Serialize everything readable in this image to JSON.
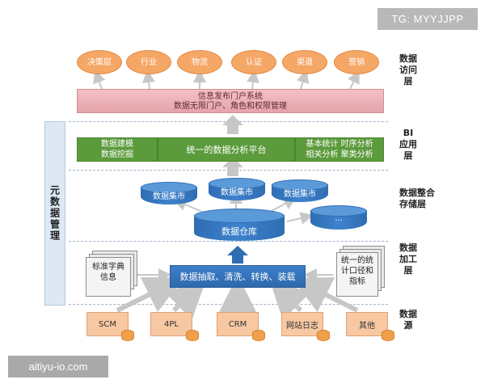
{
  "watermark_tg": "TG: MYYJJPP",
  "watermark_site": "aitiyu-io.com",
  "meta_label": "元数据管理",
  "layers": {
    "access": "数据访问层",
    "bi": "BI应用层",
    "storage": "数据整合存储层",
    "processing": "数据加工层",
    "source": "数据源"
  },
  "access_items": [
    "决策层",
    "行业",
    "物流",
    "认证",
    "渠道",
    "营销"
  ],
  "portal": {
    "title": "信息发布门户系统",
    "subtitle": "数据无限门户、角色和权限管理"
  },
  "bi_bar": {
    "left_line1": "数据建模",
    "left_line2": "数据挖掘",
    "center": "统一的数据分析平台",
    "right_line1": "基本统计  时序分析",
    "right_line2": "相关分析  聚类分析"
  },
  "storage": {
    "mart_labels": [
      "数据集市",
      "数据集市",
      "数据集市"
    ],
    "warehouse": "数据仓库",
    "more": "..."
  },
  "processing": {
    "etl": "数据抽取、清洗、转换、装载",
    "left_doc_line1": "标准字典",
    "left_doc_line2": "信息",
    "right_doc_line1": "统一的统",
    "right_doc_line2": "计口径和",
    "right_doc_line3": "指标"
  },
  "sources": [
    "SCM",
    "4PL",
    "CRM",
    "网站日志",
    "其他"
  ],
  "colors": {
    "orange": "#f5a766",
    "pink": "#e6a3ab",
    "green": "#5c9b3c",
    "blue": "#2f6db3",
    "source": "#f7c8a2",
    "arrow": "#bfbfbf"
  }
}
